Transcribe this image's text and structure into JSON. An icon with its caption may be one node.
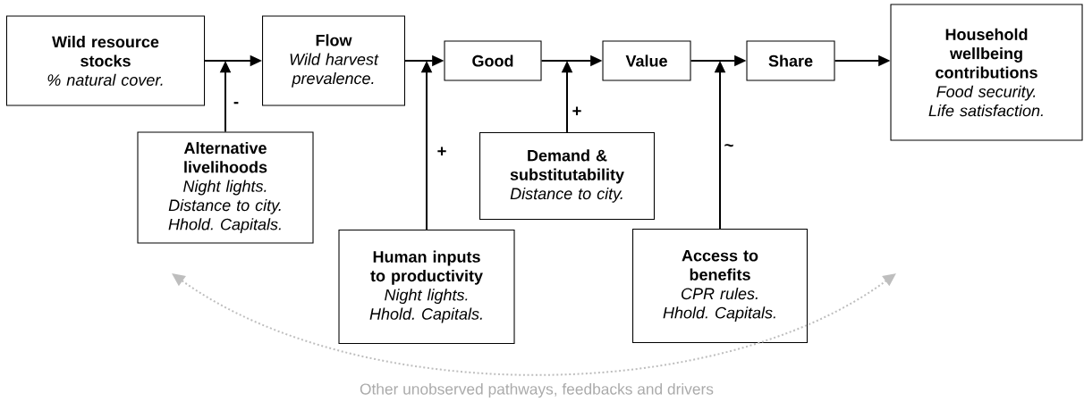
{
  "diagram": {
    "nodes": [
      {
        "text": [
          "Wild resource stocks",
          "% natural cover."
        ]
      },
      {
        "text": [
          "Flow",
          "Wild harvest prevalence."
        ]
      },
      {
        "text": [
          "Good"
        ]
      },
      {
        "text": [
          "Value"
        ]
      },
      {
        "text": [
          "Share"
        ]
      },
      {
        "text": [
          "Household wellbeing contributions",
          "Food security. Life satisfaction."
        ]
      },
      {
        "text": [
          "Alternative livelihoods",
          "Night lights. Distance to city. Hhold. Capitals."
        ]
      },
      {
        "text": [
          "Human inputs to productivity",
          "Night lights. Hhold. Capitals."
        ]
      },
      {
        "text": [
          "Demand & substitutability",
          "Distance to city."
        ]
      },
      {
        "text": [
          "Access to benefits",
          "CPR rules. Hhold. Capitals."
        ]
      }
    ],
    "edges": [
      {
        "from": 0,
        "to": 1,
        "arrow": "to"
      },
      {
        "from": 1,
        "to": 2,
        "arrow": "to"
      },
      {
        "from": 2,
        "to": 3,
        "arrow": "to"
      },
      {
        "from": 3,
        "to": 4,
        "arrow": "to"
      },
      {
        "from": 4,
        "to": 5,
        "arrow": "to"
      },
      {
        "from": 6,
        "to": null,
        "arrow": "to",
        "label": "-"
      },
      {
        "from": 7,
        "to": null,
        "arrow": "to",
        "label": "+"
      },
      {
        "from": 8,
        "to": null,
        "arrow": "to",
        "label": "+"
      },
      {
        "from": 9,
        "to": null,
        "arrow": "to",
        "label": "~"
      }
    ],
    "labels": [
      "Other unobserved pathways, feedbacks and drivers"
    ]
  }
}
